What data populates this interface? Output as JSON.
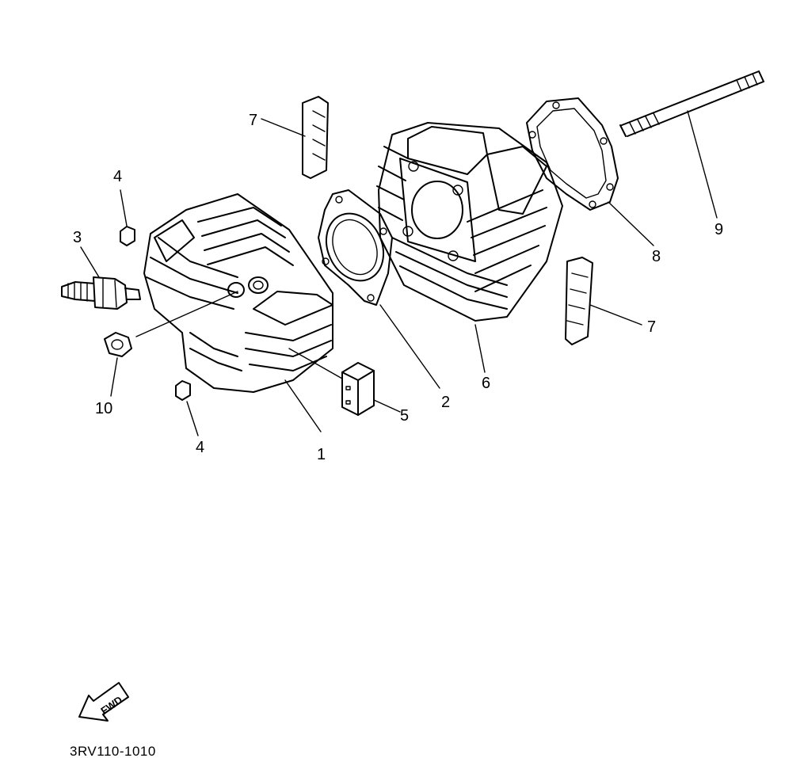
{
  "diagram": {
    "callouts": [
      {
        "id": "1",
        "text": "1"
      },
      {
        "id": "2",
        "text": "2"
      },
      {
        "id": "3",
        "text": "3"
      },
      {
        "id": "4a",
        "text": "4"
      },
      {
        "id": "4b",
        "text": "4"
      },
      {
        "id": "5",
        "text": "5"
      },
      {
        "id": "6",
        "text": "6"
      },
      {
        "id": "7a",
        "text": "7"
      },
      {
        "id": "7b",
        "text": "7"
      },
      {
        "id": "8",
        "text": "8"
      },
      {
        "id": "9",
        "text": "9"
      },
      {
        "id": "10",
        "text": "10"
      }
    ],
    "fwd_label": "FWD",
    "drawing_code": "3RV110-1010"
  }
}
